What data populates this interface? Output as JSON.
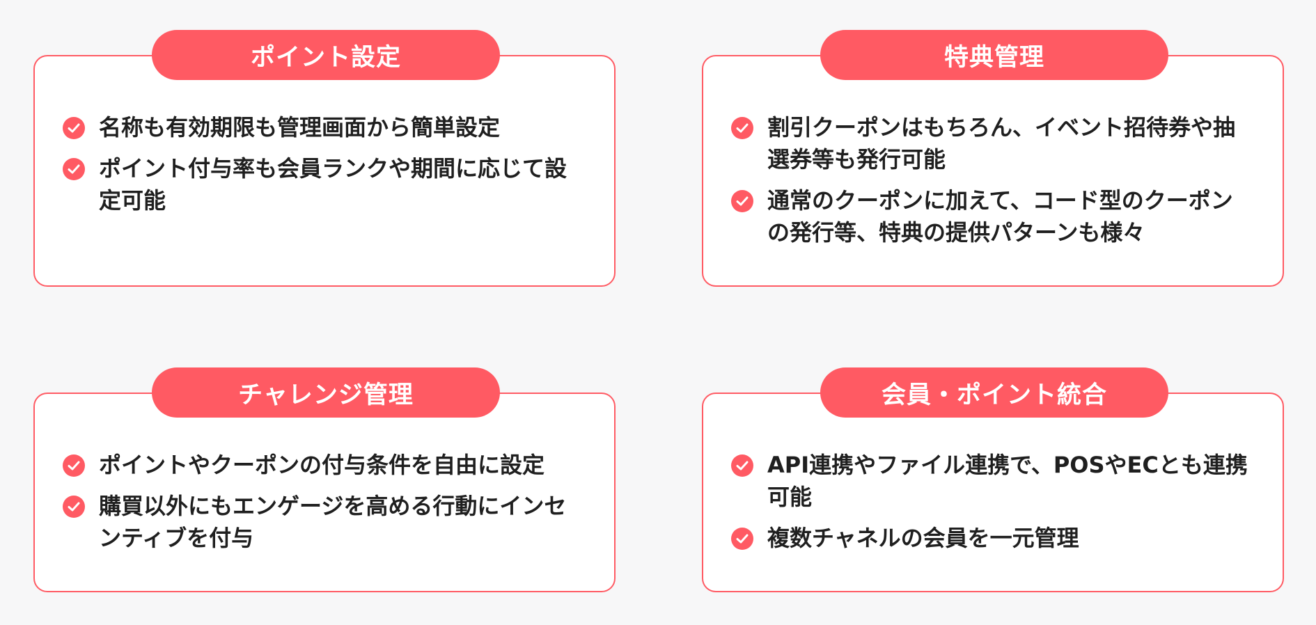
{
  "colors": {
    "accent": "#ff5a63",
    "background": "#f7f7f8",
    "card": "#ffffff",
    "text": "#1f1f1f"
  },
  "cards": [
    {
      "title": "ポイント設定",
      "items": [
        "名称も有効期限も管理画面から簡単設定",
        "ポイント付与率も会員ランクや期間に応じて設定可能"
      ]
    },
    {
      "title": "特典管理",
      "items": [
        "割引クーポンはもちろん、イベント招待券や抽選券等も発行可能",
        "通常のクーポンに加えて、コード型のクーポンの発行等、特典の提供パターンも様々"
      ]
    },
    {
      "title": "チャレンジ管理",
      "items": [
        "ポイントやクーポンの付与条件を自由に設定",
        "購買以外にもエンゲージを高める行動にインセンティブを付与"
      ]
    },
    {
      "title": "会員・ポイント統合",
      "items": [
        "API連携やファイル連携で、POSやECとも連携可能",
        "複数チャネルの会員を一元管理"
      ]
    }
  ],
  "icons": {
    "check": "check-circle-icon"
  }
}
